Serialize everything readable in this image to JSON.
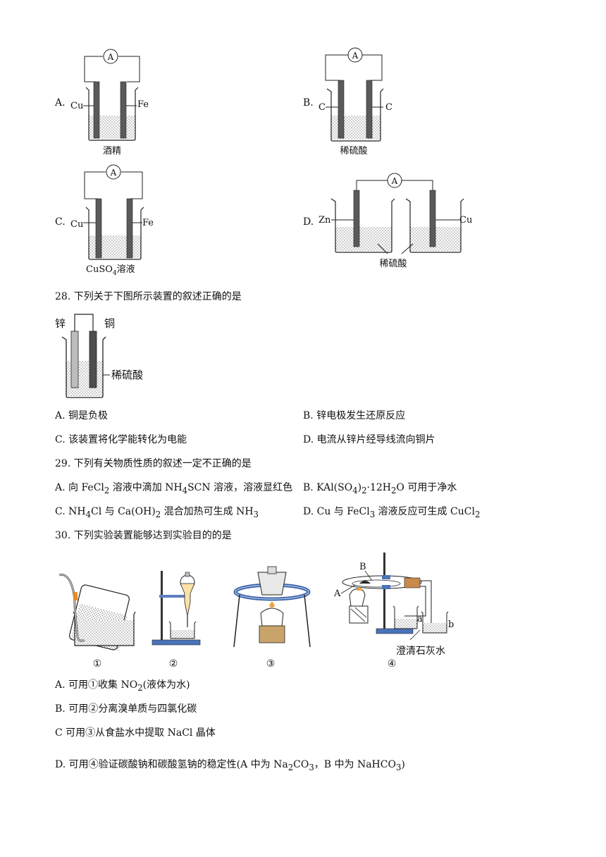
{
  "top_options": {
    "A": {
      "letter": "A.",
      "left": "Cu",
      "right": "Fe",
      "liquid": "酒精"
    },
    "B": {
      "letter": "B.",
      "left": "C",
      "right": "C",
      "liquid": "稀硫酸"
    },
    "C": {
      "letter": "C.",
      "left": "Cu",
      "right": "Fe",
      "liquid": "CuSO",
      "liquid_sub": "4",
      "liquid_tail": "溶液"
    },
    "D": {
      "letter": "D.",
      "left": "Zn",
      "right": "Cu",
      "liquid": "稀硫酸"
    },
    "meter": "A"
  },
  "q28": {
    "stem": "28.  下列关于下图所示装置的叙述正确的是",
    "left_label": "锌",
    "right_label": "铜",
    "liquid": "稀硫酸",
    "options": {
      "A": "A.  铜是负极",
      "B": "B.  锌电极发生还原反应",
      "C": "C.  该装置将化学能转化为电能",
      "D": "D.  电流从锌片经导线流向铜片"
    }
  },
  "q29": {
    "stem": "29.  下列有关物质性质的叙述一定不正确的是",
    "A": {
      "p1": "A.  向 FeCl",
      "s1": "2",
      "p2": " 溶液中滴加 NH",
      "s2": "4",
      "p3": "SCN 溶液，溶液显红色"
    },
    "B": {
      "p1": "B. KAl(SO",
      "s1": "4",
      "p2": ")",
      "s2": "2",
      "p3": "·12H",
      "s3": "2",
      "p4": "O 可用于净水"
    },
    "C": {
      "p1": "C. NH",
      "s1": "4",
      "p2": "Cl 与 Ca(OH)",
      "s2": "2",
      "p3": " 混合加热可生成 NH",
      "s3": "3"
    },
    "D": {
      "p1": "D. Cu 与 FeCl",
      "s1": "3",
      "p2": " 溶液反应可生成 CuCl",
      "s2": "2"
    }
  },
  "q30": {
    "stem": "30.  下列实验装置能够达到实验目的的是",
    "fig_labels": [
      "①",
      "②",
      "③",
      "④"
    ],
    "fig4": {
      "A": "A",
      "B": "B",
      "a": "a",
      "b": "b",
      "caption": "澄清石灰水"
    },
    "options": {
      "A": {
        "p1": "A.  可用①收集 NO",
        "s1": "2",
        "p2": "(液体为水)"
      },
      "B": "B.  可用②分离溴单质与四氯化碳",
      "C": "C   可用③从食盐水中提取 NaCl 晶体",
      "D": {
        "p1": "D.  可用④验证碳酸钠和碳酸氢钠的稳定性(A 中为 Na",
        "s1": "2",
        "p2": "CO",
        "s2": "3",
        "p3": "，B 中为 NaHCO",
        "s3": "3",
        "p4": ")"
      }
    }
  }
}
